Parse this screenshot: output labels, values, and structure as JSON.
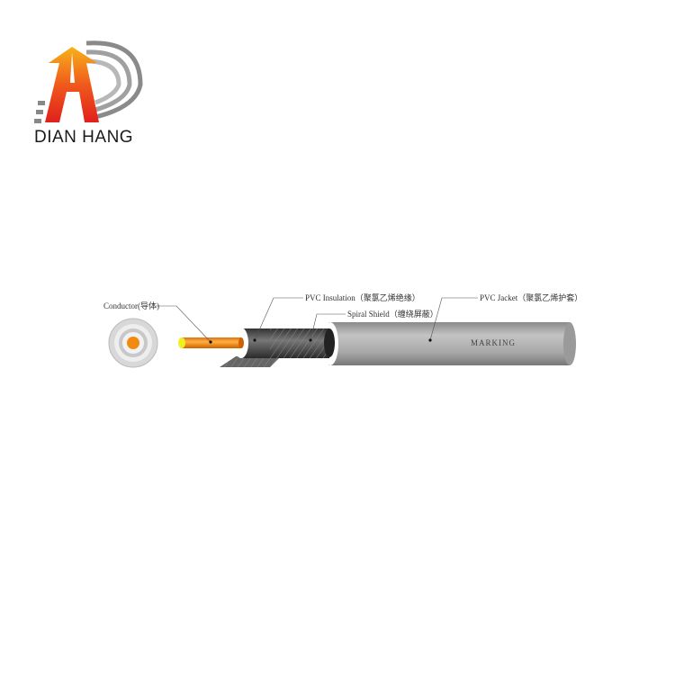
{
  "brand": {
    "name": "DIAN HANG"
  },
  "diagram": {
    "labels": {
      "conductor": "Conductor(导体)",
      "insulation": "PVC Insulation（聚氯乙烯绝缘）",
      "shield": "Spiral Shield（缠绕屏蔽）",
      "jacket": "PVC Jacket（聚氯乙烯护套）",
      "marking": "MARKING"
    },
    "colors": {
      "conductor": "#f08a10",
      "jacket": "#a9a9a9",
      "insulation": "#555555"
    }
  }
}
